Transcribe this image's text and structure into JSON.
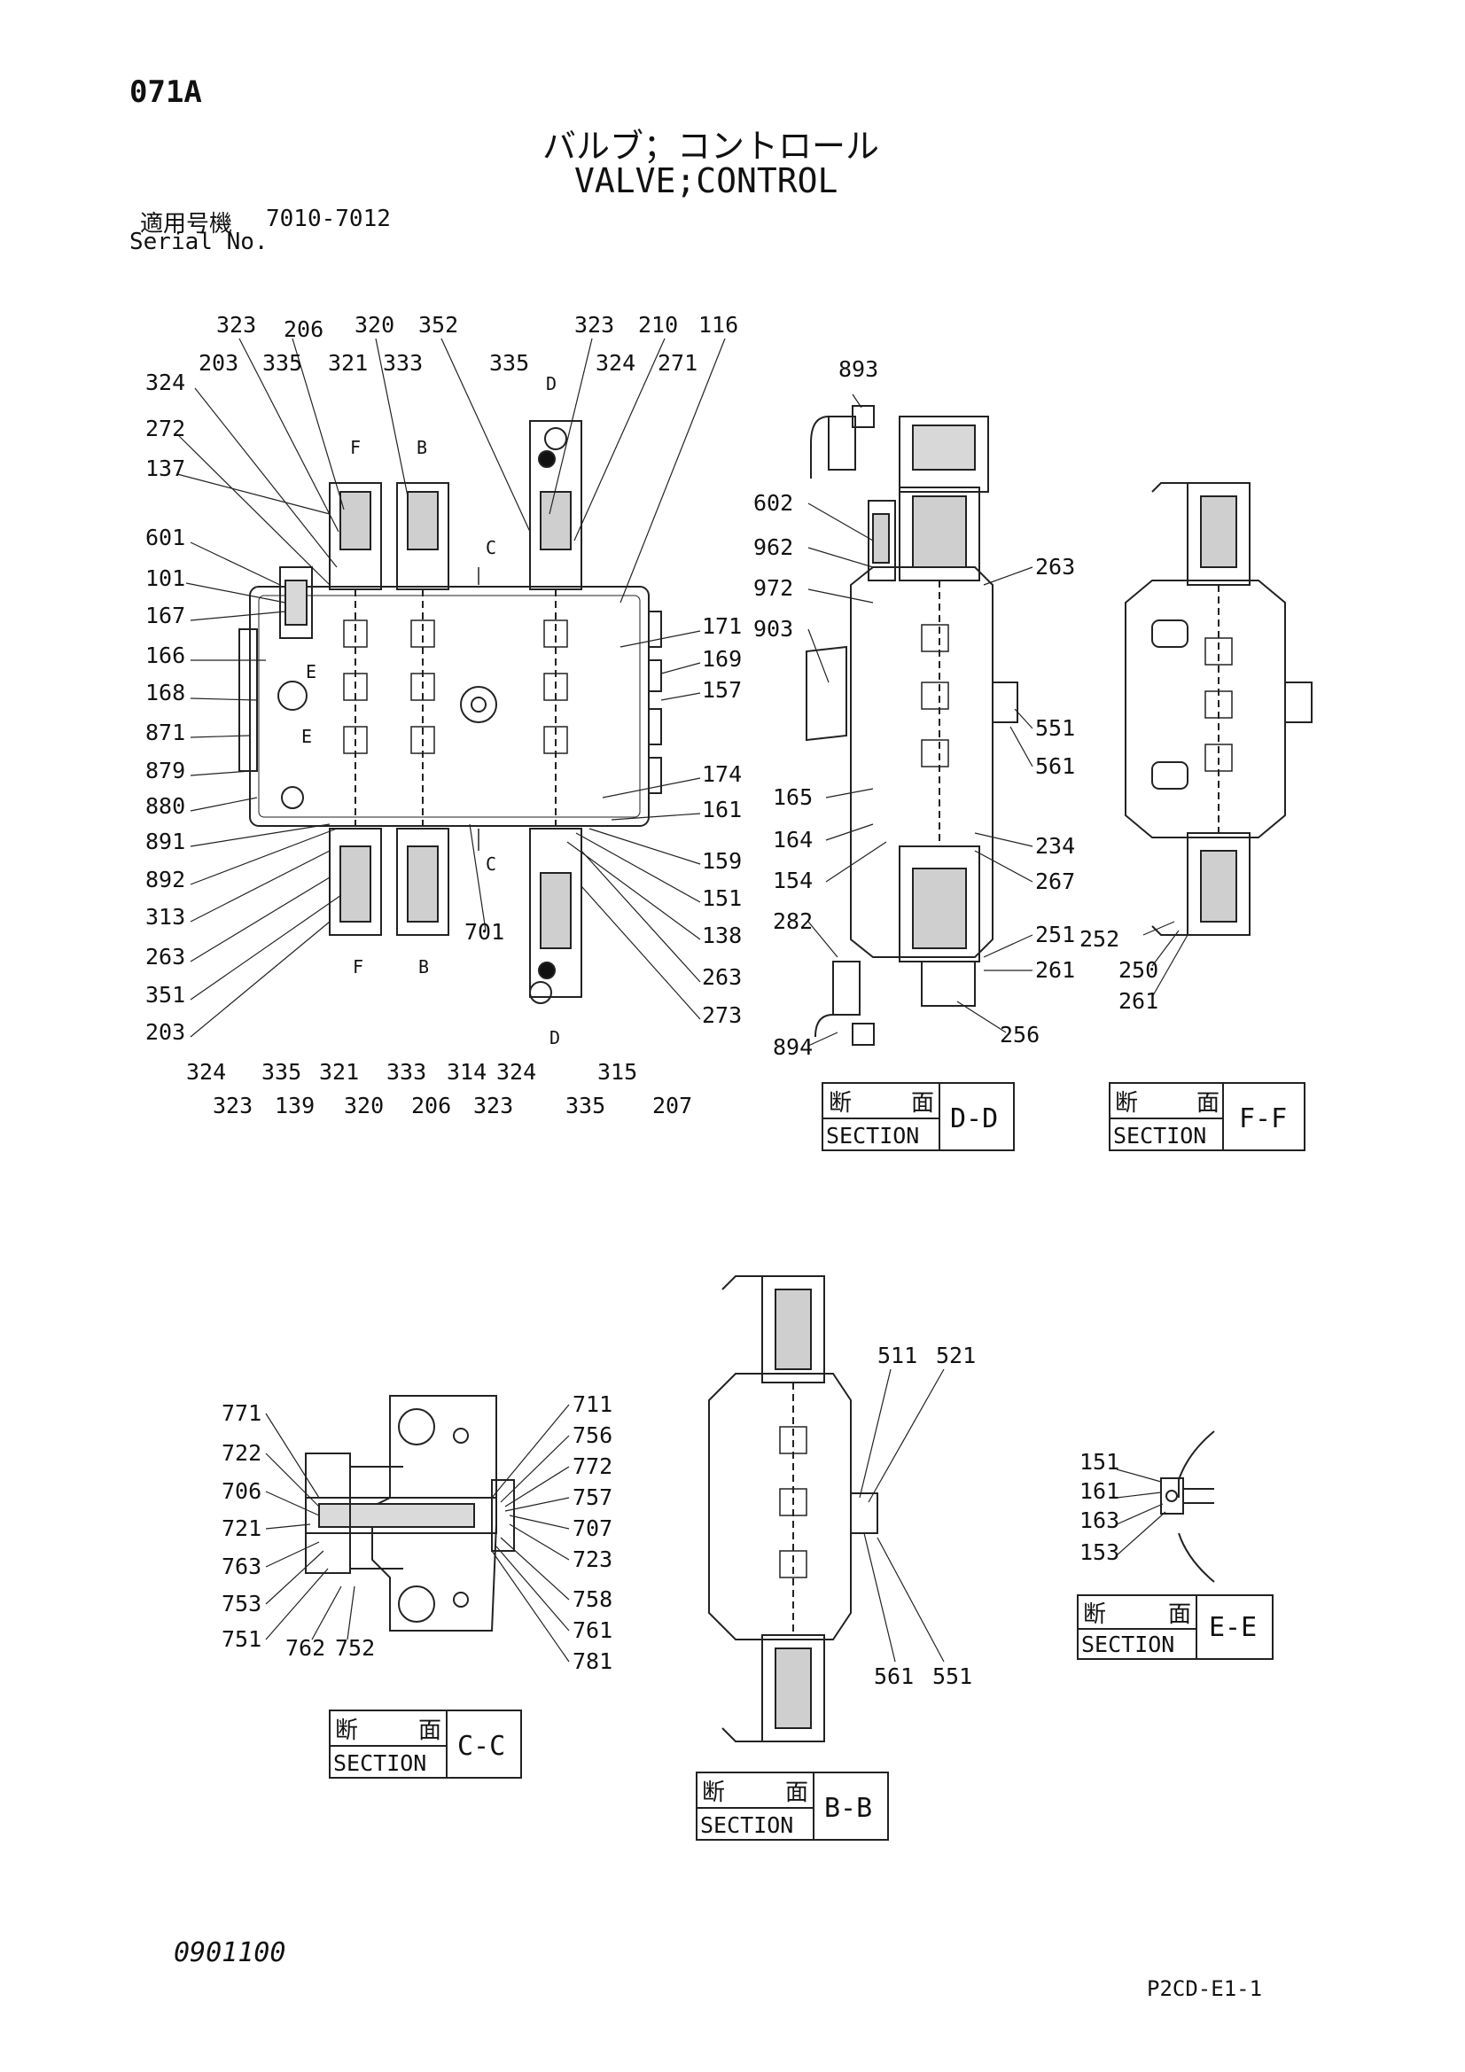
{
  "header": {
    "page_code": "071A",
    "title_jp": "バルブ；コントロール",
    "title_en": "VALVE;CONTROL",
    "serial_label_jp": "適用号機",
    "serial_range": "7010-7012",
    "serial_label_en": "Serial No."
  },
  "footer": {
    "drawing_number": "0901100",
    "sheet_code": "P2CD-E1-1"
  },
  "section_boxes": [
    {
      "kanji_1": "断",
      "kanji_2": "面",
      "label": "SECTION",
      "id": "D-D"
    },
    {
      "kanji_1": "断",
      "kanji_2": "面",
      "label": "SECTION",
      "id": "F-F"
    },
    {
      "kanji_1": "断",
      "kanji_2": "面",
      "label": "SECTION",
      "id": "E-E"
    },
    {
      "kanji_1": "断",
      "kanji_2": "面",
      "label": "SECTION",
      "id": "C-C"
    },
    {
      "kanji_1": "断",
      "kanji_2": "面",
      "label": "SECTION",
      "id": "B-B"
    }
  ],
  "section_tags": [
    "D",
    "F",
    "B",
    "C",
    "E",
    "E",
    "C",
    "F",
    "B",
    "D"
  ],
  "callouts": {
    "main_top": [
      "323",
      "206",
      "320",
      "352",
      "323",
      "210",
      "116",
      "203",
      "335",
      "321",
      "333",
      "335",
      "324",
      "271"
    ],
    "main_left": [
      "324",
      "272",
      "137",
      "601",
      "101",
      "167",
      "166",
      "168",
      "871",
      "879",
      "880",
      "891",
      "892",
      "313",
      "263",
      "351",
      "203"
    ],
    "main_right": [
      "171",
      "169",
      "157",
      "174",
      "161",
      "159",
      "151",
      "138",
      "263",
      "273"
    ],
    "main_bottom_1": [
      "701",
      "324",
      "335",
      "321",
      "333",
      "314",
      "324",
      "315"
    ],
    "main_bottom_2": [
      "323",
      "139",
      "320",
      "206",
      "323",
      "335",
      "207"
    ],
    "dd_left": [
      "893",
      "602",
      "962",
      "972",
      "903",
      "165",
      "164",
      "154",
      "282",
      "894"
    ],
    "dd_right": [
      "263",
      "551",
      "561",
      "234",
      "267",
      "251",
      "261",
      "256"
    ],
    "ff": [
      "252",
      "250",
      "261"
    ],
    "cc_left": [
      "771",
      "722",
      "706",
      "721",
      "763",
      "753",
      "751",
      "762",
      "752"
    ],
    "cc_right": [
      "711",
      "756",
      "772",
      "757",
      "707",
      "723",
      "758",
      "761",
      "781"
    ],
    "bb": [
      "511",
      "521",
      "561",
      "551"
    ],
    "ee": [
      "151",
      "161",
      "163",
      "153"
    ]
  }
}
